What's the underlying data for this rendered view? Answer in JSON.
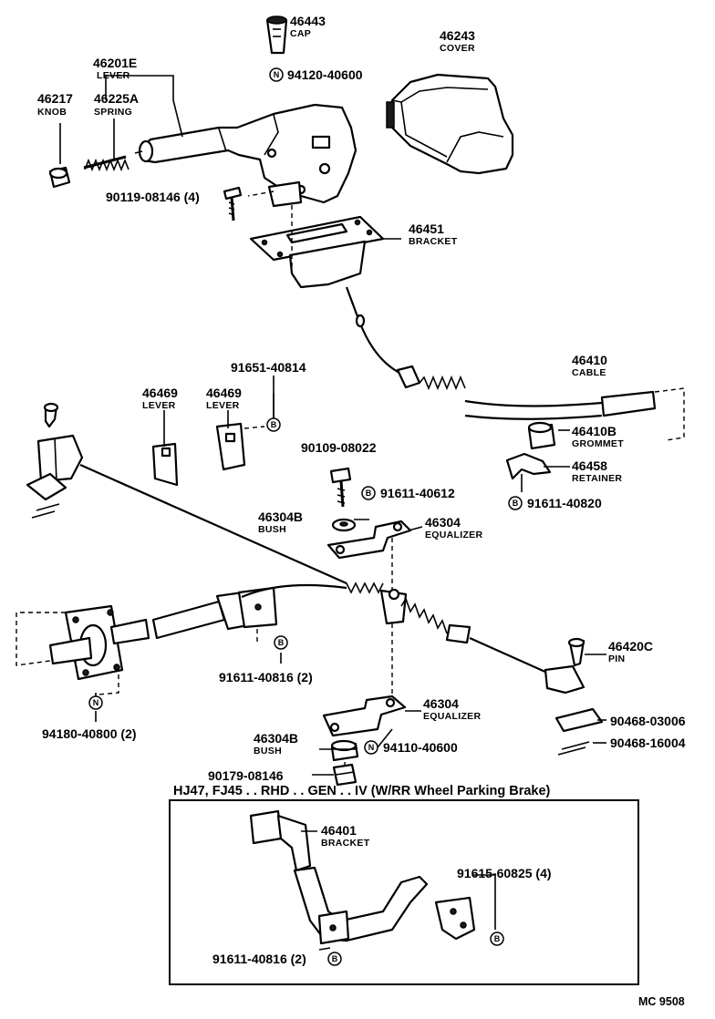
{
  "parts": [
    {
      "id": "p46443",
      "num": "46443",
      "name": "CAP"
    },
    {
      "id": "p46243",
      "num": "46243",
      "name": "COVER"
    },
    {
      "id": "p46201E",
      "num": "46201E",
      "name": "LEVER"
    },
    {
      "id": "p46217",
      "num": "46217",
      "name": "KNOB"
    },
    {
      "id": "p46225A",
      "num": "46225A",
      "name": "SPRING"
    },
    {
      "id": "p94120",
      "num": "94120-40600",
      "name": "",
      "mark": "N"
    },
    {
      "id": "p90119",
      "num": "90119-08146 (4)",
      "name": ""
    },
    {
      "id": "p46451",
      "num": "46451",
      "name": "BRACKET"
    },
    {
      "id": "p46410",
      "num": "46410",
      "name": "CABLE"
    },
    {
      "id": "p46469a",
      "num": "46469",
      "name": "LEVER"
    },
    {
      "id": "p46469b",
      "num": "46469",
      "name": "LEVER"
    },
    {
      "id": "p91651",
      "num": "91651-40814",
      "name": "",
      "mark": "B"
    },
    {
      "id": "p46410B",
      "num": "46410B",
      "name": "GROMMET"
    },
    {
      "id": "p46458",
      "num": "46458",
      "name": "RETAINER"
    },
    {
      "id": "p91611_40820",
      "num": "91611-40820",
      "name": "",
      "mark": "B"
    },
    {
      "id": "p90109",
      "num": "90109-08022",
      "name": ""
    },
    {
      "id": "p91611_40612",
      "num": "91611-40612",
      "name": "",
      "mark": "B"
    },
    {
      "id": "p46304B_1",
      "num": "46304B",
      "name": "BUSH"
    },
    {
      "id": "p46304_1",
      "num": "46304",
      "name": "EQUALIZER"
    },
    {
      "id": "p46420C",
      "num": "46420C",
      "name": "PIN"
    },
    {
      "id": "p91611_40816",
      "num": "91611-40816 (2)",
      "name": "",
      "mark": "B"
    },
    {
      "id": "p94180",
      "num": "94180-40800 (2)",
      "name": "",
      "mark": "N"
    },
    {
      "id": "p46304_2",
      "num": "46304",
      "name": "EQUALIZER"
    },
    {
      "id": "p90468_03006",
      "num": "90468-03006",
      "name": ""
    },
    {
      "id": "p46304B_2",
      "num": "46304B",
      "name": "BUSH"
    },
    {
      "id": "p94110",
      "num": "94110-40600",
      "name": "",
      "mark": "N"
    },
    {
      "id": "p90468_16004",
      "num": "90468-16004",
      "name": ""
    },
    {
      "id": "p90179",
      "num": "90179-08146",
      "name": ""
    },
    {
      "id": "p46401",
      "num": "46401",
      "name": "BRACKET"
    },
    {
      "id": "p91615",
      "num": "91615-60825 (4)",
      "name": "",
      "mark": "B"
    },
    {
      "id": "p91611_inset",
      "num": "91611-40816 (2)",
      "name": "",
      "mark": "B"
    }
  ],
  "inset_title": "HJ47, FJ45 . . RHD . . GEN . . IV (W/RR Wheel Parking Brake)",
  "diagram_code": "MC  9508",
  "markers": {
    "N": "N",
    "B": "B"
  }
}
